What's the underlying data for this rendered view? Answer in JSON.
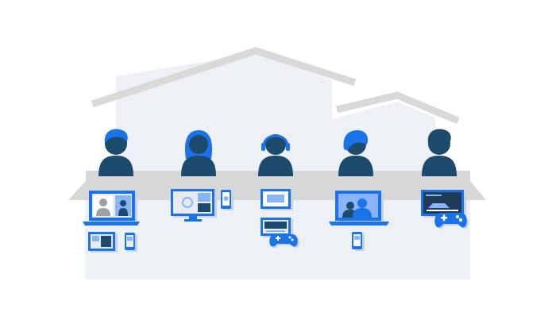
{
  "colors": {
    "background": "#ffffff",
    "house_wall": "#edf1f6",
    "roof": "#d9d9d9",
    "band": "#d7d7d7",
    "person_dark": "#1d4b6e",
    "person_hair": "#1a73e8",
    "device_blue": "#1a73e8",
    "device_light": "#8ab4f8",
    "screen_bg": "#e8eaed",
    "screen_white": "#ffffff",
    "screen_dark": "#1f3b57",
    "shadow": "#c7d3e0"
  },
  "people": [
    {
      "id": "person-1",
      "hair": "short"
    },
    {
      "id": "person-2",
      "hair": "long"
    },
    {
      "id": "person-3",
      "hair": "headphones"
    },
    {
      "id": "person-4",
      "hair": "bob"
    },
    {
      "id": "person-5",
      "hair": "short-dark"
    }
  ],
  "device_groups": [
    {
      "owner": "person-1",
      "devices": [
        "video-call-laptop",
        "tablet",
        "phone"
      ]
    },
    {
      "owner": "person-2",
      "devices": [
        "monitor",
        "phone"
      ]
    },
    {
      "owner": "person-3",
      "devices": [
        "tablet",
        "tv",
        "game-controller"
      ]
    },
    {
      "owner": "person-4",
      "devices": [
        "photo-laptop",
        "phone"
      ]
    },
    {
      "owner": "person-5",
      "devices": [
        "streaming-tv",
        "game-controller"
      ]
    }
  ]
}
